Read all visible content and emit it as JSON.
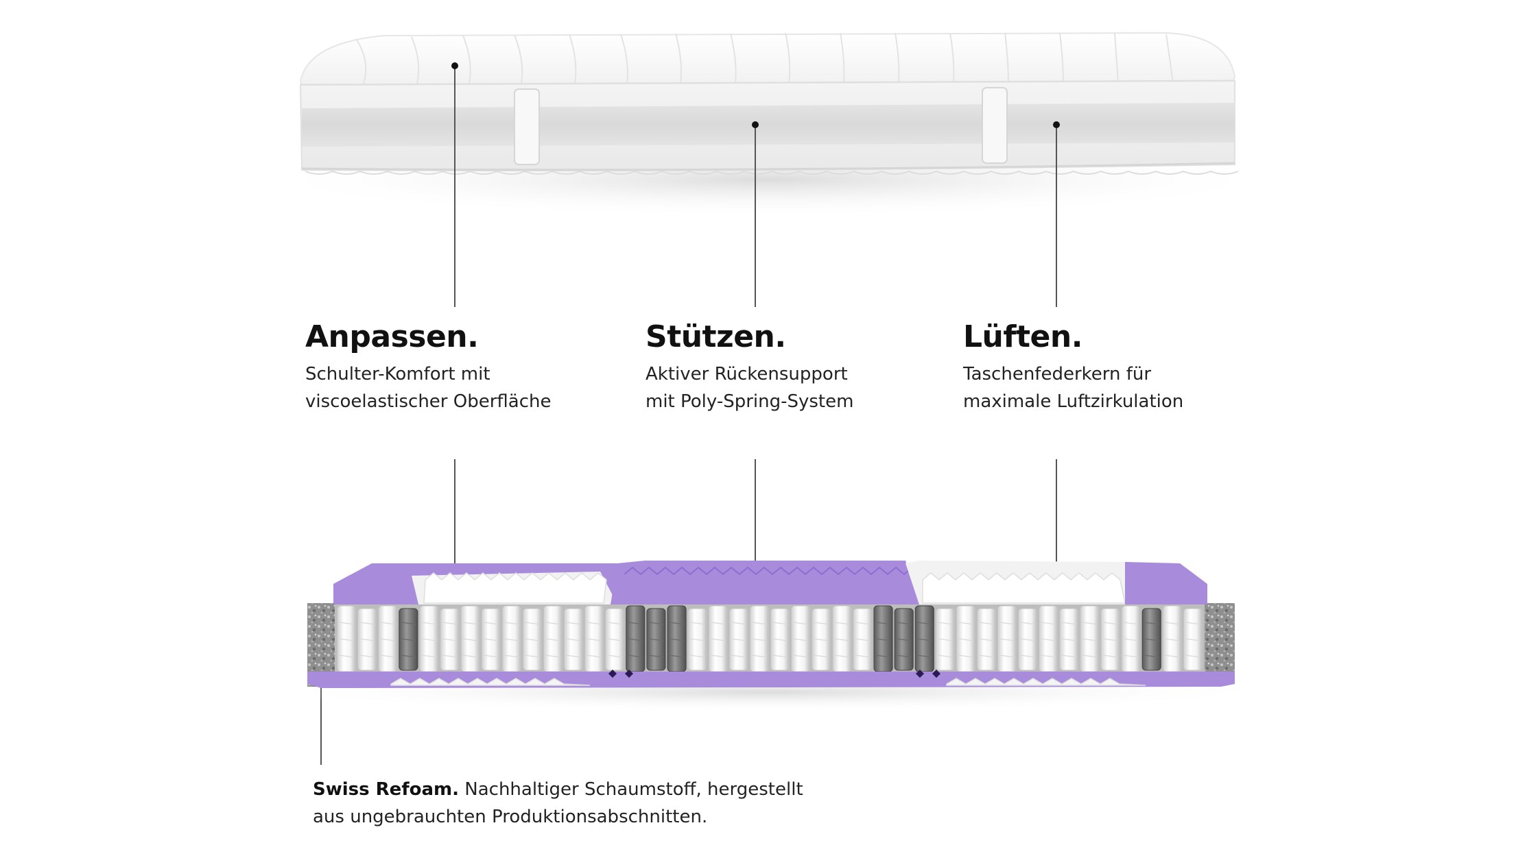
{
  "features": [
    {
      "title": "Anpassen.",
      "line1": "Schulter-Komfort mit",
      "line2": "viscoelastischer Oberfläche"
    },
    {
      "title": "Stützen.",
      "line1": "Aktiver Rückensupport",
      "line2": "mit Poly-Spring-System"
    },
    {
      "title": "Lüften.",
      "line1": "Taschenfederkern für",
      "line2": "maximale Luftzirkulation"
    }
  ],
  "footnote": {
    "bold": "Swiss Refoam.",
    "line1_rest": " Nachhaltiger Schaumstoff, hergestellt",
    "line2": "aus ungebrauchten Produktionsabschnitten."
  },
  "colors": {
    "purple_foam": "#a98bdc",
    "purple_dark": "#8e6cd0",
    "leader_line": "#555555",
    "cover_white": "#f7f7f7"
  },
  "icons": [
    "mattress-illustration",
    "mattress-cross-section-illustration"
  ]
}
